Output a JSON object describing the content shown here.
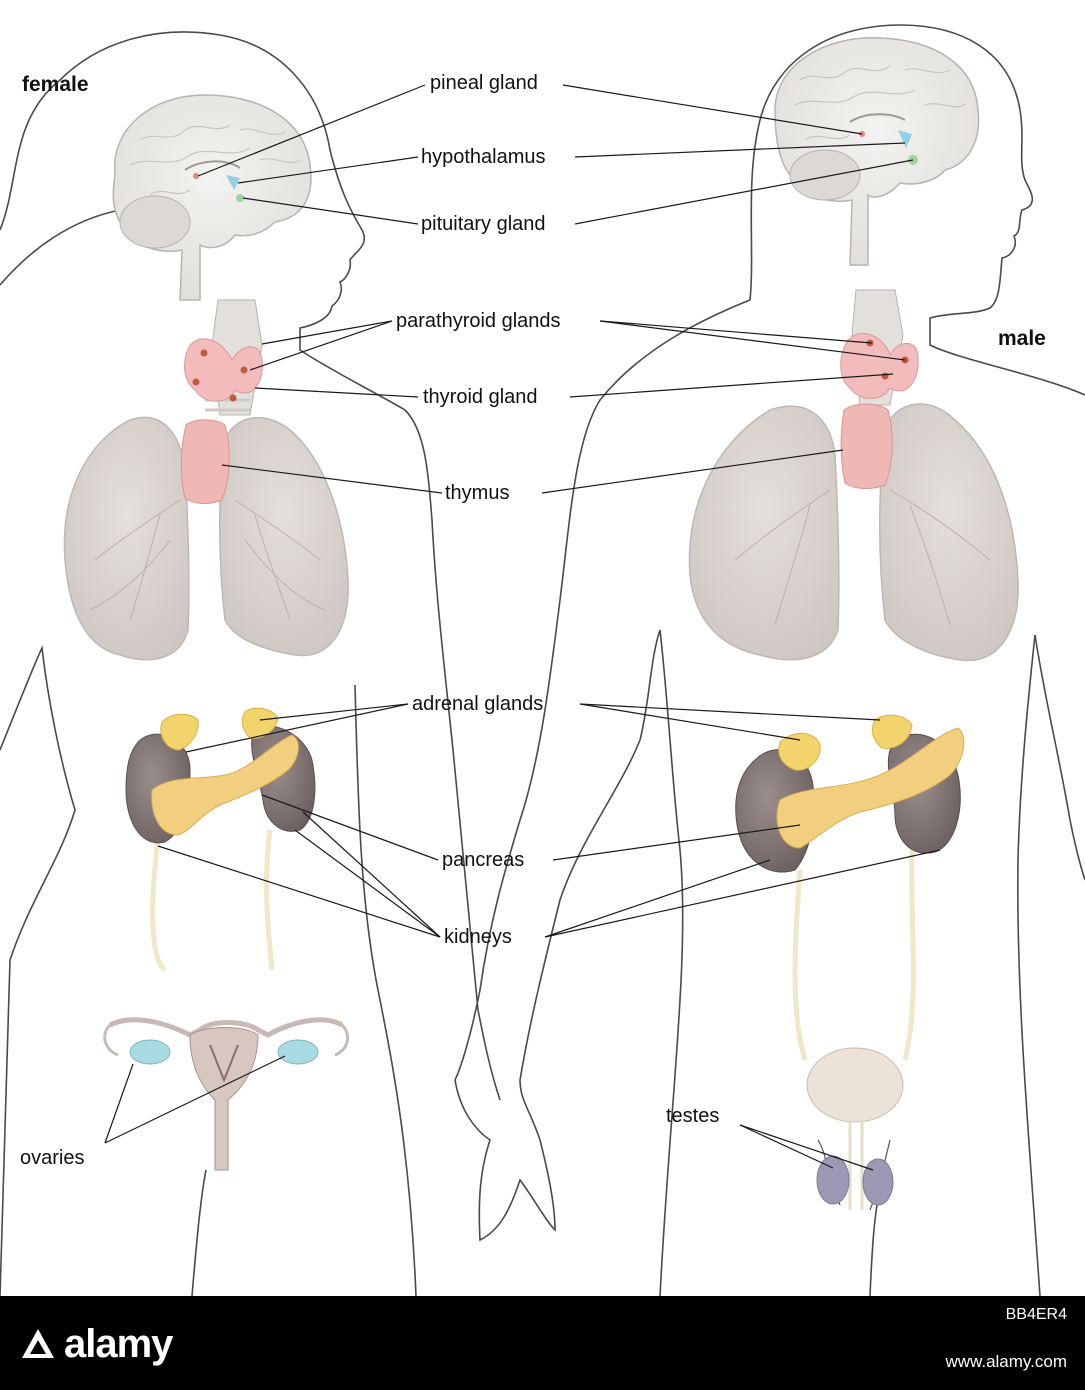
{
  "labels": {
    "female": "female",
    "male": "male",
    "pineal": "pineal gland",
    "hypothalamus": "hypothalamus",
    "pituitary": "pituitary gland",
    "parathyroid": "parathyroid glands",
    "thyroid": "thyroid gland",
    "thymus": "thymus",
    "adrenal": "adrenal glands",
    "pancreas": "pancreas",
    "kidneys": "kidneys",
    "ovaries": "ovaries",
    "testes": "testes"
  },
  "footer": {
    "brand": "alamy",
    "image_id": "BB4ER4",
    "site": "www.alamy.com"
  },
  "colors": {
    "outline": "#4a4a4a",
    "brain": "#e9e7e4",
    "lung": "#d9d3cf",
    "thyroid": "#f2bcbc",
    "thymus": "#f0b8b4",
    "adrenal": "#f3d36b",
    "pancreas": "#f2cf7e",
    "kidney": "#7d7170",
    "ureter": "#efe7c8",
    "uterus": "#d8c6c0",
    "ovary": "#a9dbe2",
    "bladder": "#ede2d8",
    "testis": "#9d98b3"
  }
}
